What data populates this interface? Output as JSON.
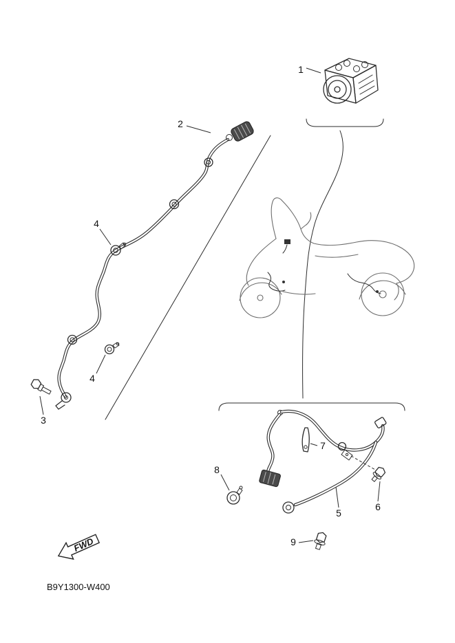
{
  "diagram": {
    "code": "B9Y1300-W400",
    "fwd_label": "FWD",
    "callouts": [
      {
        "number": "1"
      },
      {
        "number": "2"
      },
      {
        "number": "3"
      },
      {
        "number": "4"
      },
      {
        "number": "4"
      },
      {
        "number": "5"
      },
      {
        "number": "6"
      },
      {
        "number": "7"
      },
      {
        "number": "8"
      },
      {
        "number": "9"
      }
    ],
    "colors": {
      "line": "#2b2b2b",
      "vehicle_line": "#6b6b6b",
      "background": "#ffffff"
    }
  }
}
